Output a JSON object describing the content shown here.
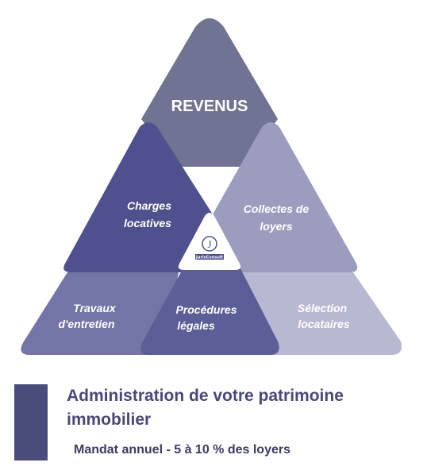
{
  "diagram": {
    "top": "REVENUS",
    "charges": [
      "Charges",
      "locatives"
    ],
    "collectes": [
      "Collectes de",
      "loyers"
    ],
    "travaux": [
      "Travaux",
      "d'entretien"
    ],
    "procedures": [
      "Procédures",
      "légales"
    ],
    "selection": [
      "Sélection",
      "locataires"
    ],
    "logo": {
      "letter": "J",
      "text": "JurisConsult"
    }
  },
  "footer": {
    "title": "Administration de votre patrimoine immobilier",
    "subtitle": "Mandat annuel  - 5 à 10 % des loyers"
  },
  "colors": {
    "top": "#707391",
    "charges": "#4f518e",
    "collectes": "#9c9dbe",
    "travaux": "#7375a6",
    "procedures": "#5c5e98",
    "selection": "#b7b8d2",
    "accent": "#4a4d7c"
  }
}
